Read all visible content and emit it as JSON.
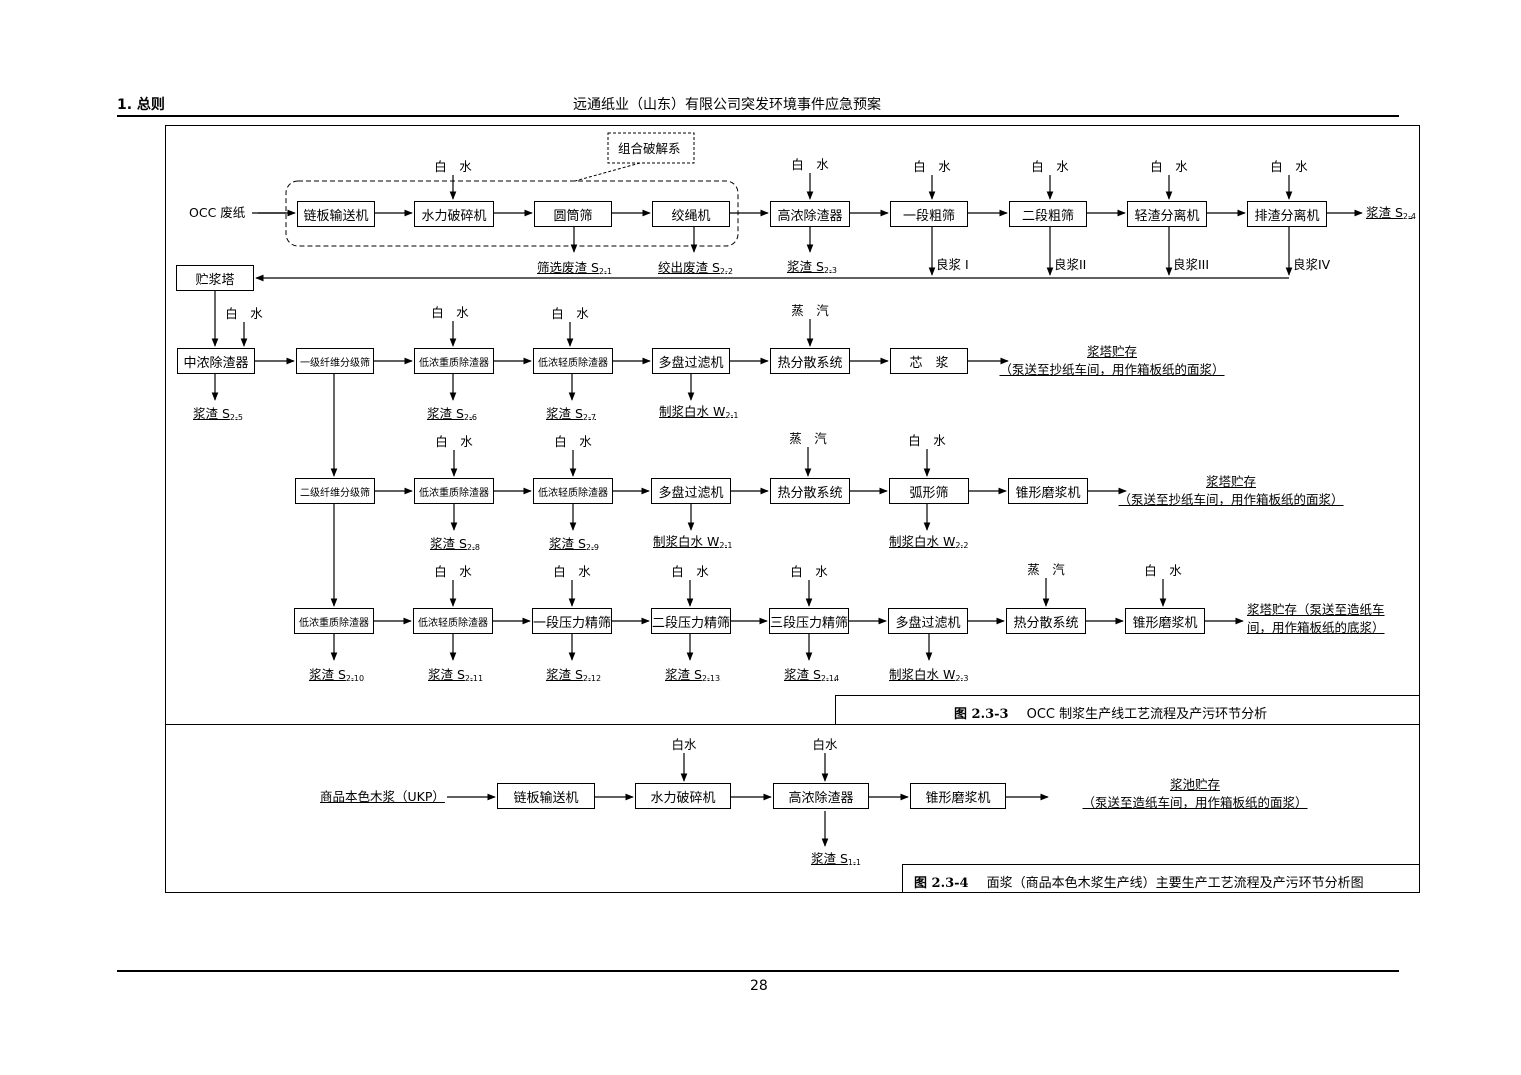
{
  "header": {
    "section": "1. 总则",
    "title": "远通纸业（山东）有限公司突发环境事件应急预案"
  },
  "footer": {
    "page_number": "28"
  },
  "fig1": {
    "group_label": "组合破解系",
    "input": "OCC 废纸",
    "white_water": "白　水",
    "steam": "蒸　汽",
    "row1": [
      "链板输送机",
      "水力破碎机",
      "圆筒筛",
      "绞绳机",
      "高浓除渣器",
      "一段粗筛",
      "二段粗筛",
      "轻渣分离机",
      "排渣分离机"
    ],
    "row1_waste": [
      {
        "t": "筛选废渣 S",
        "s": "2-1"
      },
      {
        "t": "绞出废渣 S",
        "s": "2-2"
      },
      {
        "t": "浆渣 S",
        "s": "2-3"
      },
      {
        "t": "浆渣 S",
        "s": "2-4"
      }
    ],
    "good_pulp": [
      "良浆 I",
      "良浆II",
      "良浆III",
      "良浆IV"
    ],
    "storage_tower": "贮浆塔",
    "row2": [
      "中浓除渣器",
      "一级纤维分级筛",
      "低浓重质除渣器",
      "低浓轻质除渣器",
      "多盘过滤机",
      "热分散系统",
      "芯　浆"
    ],
    "row2_out": [
      "浆塔贮存",
      "（泵送至抄纸车间，用作箱板纸的面浆）"
    ],
    "row2_waste": [
      {
        "t": "浆渣 S",
        "s": "2-5"
      },
      {
        "t": "浆渣 S",
        "s": "2-6"
      },
      {
        "t": "浆渣 S",
        "s": "2-7"
      },
      {
        "t": "制浆白水 W",
        "s": "2-1"
      }
    ],
    "row3": [
      "二级纤维分级筛",
      "低浓重质除渣器",
      "低浓轻质除渣器",
      "多盘过滤机",
      "热分散系统",
      "弧形筛",
      "锥形磨浆机"
    ],
    "row3_out": [
      "浆塔贮存",
      "（泵送至抄纸车间，用作箱板纸的面浆）"
    ],
    "row3_waste": [
      {
        "t": "浆渣 S",
        "s": "2-8"
      },
      {
        "t": "浆渣 S",
        "s": "2-9"
      },
      {
        "t": "制浆白水 W",
        "s": "2-1"
      },
      {
        "t": "制浆白水 W",
        "s": "2-2"
      }
    ],
    "row4": [
      "低浓重质除渣器",
      "低浓轻质除渣器",
      "一段压力精筛",
      "二段压力精筛",
      "三段压力精筛",
      "多盘过滤机",
      "热分散系统",
      "锥形磨浆机"
    ],
    "row4_out": [
      "浆塔贮存（泵送至造纸车",
      "间，用作箱板纸的底浆）"
    ],
    "row4_waste": [
      {
        "t": "浆渣 S",
        "s": "2-10"
      },
      {
        "t": "浆渣 S",
        "s": "2-11"
      },
      {
        "t": "浆渣 S",
        "s": "2-12"
      },
      {
        "t": "浆渣 S",
        "s": "2-13"
      },
      {
        "t": "浆渣 S",
        "s": "2-14"
      },
      {
        "t": "制浆白水 W",
        "s": "2-3"
      }
    ],
    "caption_num": "图 2.3-3",
    "caption_text": "OCC 制浆生产线工艺流程及产污环节分析"
  },
  "fig2": {
    "input": "商品本色木浆（UKP）",
    "white_water": "白水",
    "boxes": [
      "链板输送机",
      "水力破碎机",
      "高浓除渣器",
      "锥形磨浆机"
    ],
    "output": [
      "浆池贮存",
      "（泵送至造纸车间，用作箱板纸的面浆）"
    ],
    "waste": {
      "t": "浆渣 S",
      "s": "1-1"
    },
    "caption_num": "图 2.3-4",
    "caption_text": "面浆（商品本色木浆生产线）主要生产工艺流程及产污环节分析图"
  }
}
